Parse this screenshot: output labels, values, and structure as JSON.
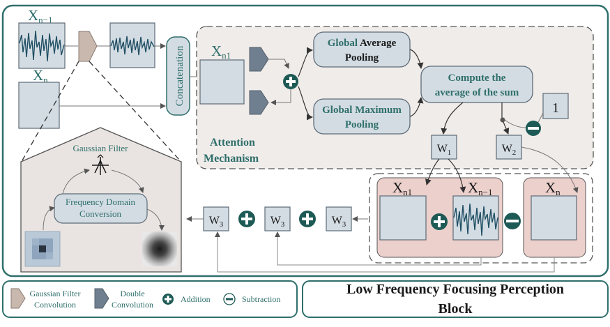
{
  "colors": {
    "frame_border": "#2f6f6b",
    "teal_text": "#2f6f6b",
    "box_fill": "#d3dce3",
    "box_stroke": "#5d6b77",
    "attention_bg": "#f0ecea",
    "pink_bg": "#ecd0cc",
    "gaussian_bg": "#e9e4e1",
    "gaussian_conv_shape": "#c8b8ae",
    "double_conv_shape": "#6f7f8f",
    "signal_line": "#1f4e63"
  },
  "inputs": {
    "xn_minus_1": "X",
    "xn_minus_1_sub": "n−1",
    "xn": "X",
    "xn_sub": "n"
  },
  "concat": {
    "label": "Concatenation"
  },
  "attention": {
    "input_label": "X",
    "input_sub": "n1",
    "gap_label_colored": "Global",
    "gap_label_rest": "Average",
    "gap_label_line2": "Pooling",
    "gmp_label_line1": "Global Maximum",
    "gmp_label_line2": "Pooling",
    "compute_line1": "Compute the",
    "compute_line2": "average of the sum",
    "constant": "1",
    "w1_label": "W",
    "w1_sub": "1",
    "w2_label": "W",
    "w2_sub": "2",
    "title_line1": "Attention",
    "title_line2": "Mechanism"
  },
  "gaussian": {
    "title": "Gaussian Filter",
    "freq_line1": "Frequency Domain",
    "freq_line2": "Conversion"
  },
  "combination": {
    "xn1_label": "X",
    "xn1_sub": "n1",
    "xn_minus_1_label": "X",
    "xn_minus_1_sub": "n−1",
    "xn_label": "X",
    "xn_sub": "n"
  },
  "w3_boxes": [
    {
      "label": "W",
      "sub": "3"
    },
    {
      "label": "W",
      "sub": "3"
    },
    {
      "label": "W",
      "sub": "3"
    }
  ],
  "legend": {
    "gaussian_line1": "Gaussian Filter",
    "gaussian_line2": "Convolution",
    "double_line1": "Double",
    "double_line2": "Convolution",
    "addition": "Addition",
    "subtraction": "Subtraction"
  },
  "block_title": {
    "line1": "Low Frequency Focusing Perception",
    "line2": "Block"
  }
}
